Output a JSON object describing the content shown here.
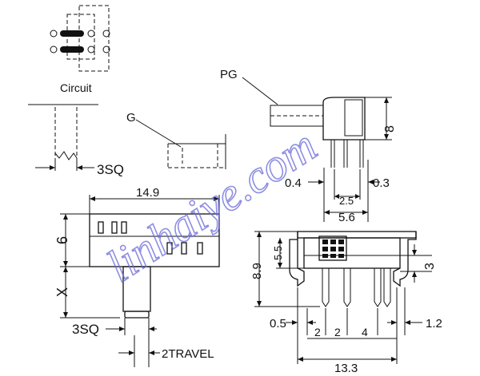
{
  "watermark": {
    "text": "linhaiye.com",
    "color": "#6a6ad8"
  },
  "circuit": {
    "label": "Circuit"
  },
  "side_view": {
    "part_label_pg": "PG",
    "dim_height": "8",
    "dim_left_gap": "0.4",
    "dim_right_gap": "0.3",
    "dim_pin_pitch": "2.5",
    "dim_span": "5.6"
  },
  "handle_detail": {
    "part_label_g": "G",
    "dim_square": "3SQ"
  },
  "top_view": {
    "dim_width": "14.9",
    "dim_height": "6",
    "dim_actuator": "X",
    "dim_square": "3SQ",
    "dim_travel": "2TRAVEL"
  },
  "front_view": {
    "dim_total_height": "8.9",
    "dim_body_height": "5.5",
    "dim_pin_offset": "3",
    "dim_left_edge": "0.5",
    "dim_pitch_a": "2",
    "dim_pitch_b": "2",
    "dim_pitch_c": "4",
    "dim_pin_width": "1.2",
    "dim_total_width": "13.3"
  }
}
